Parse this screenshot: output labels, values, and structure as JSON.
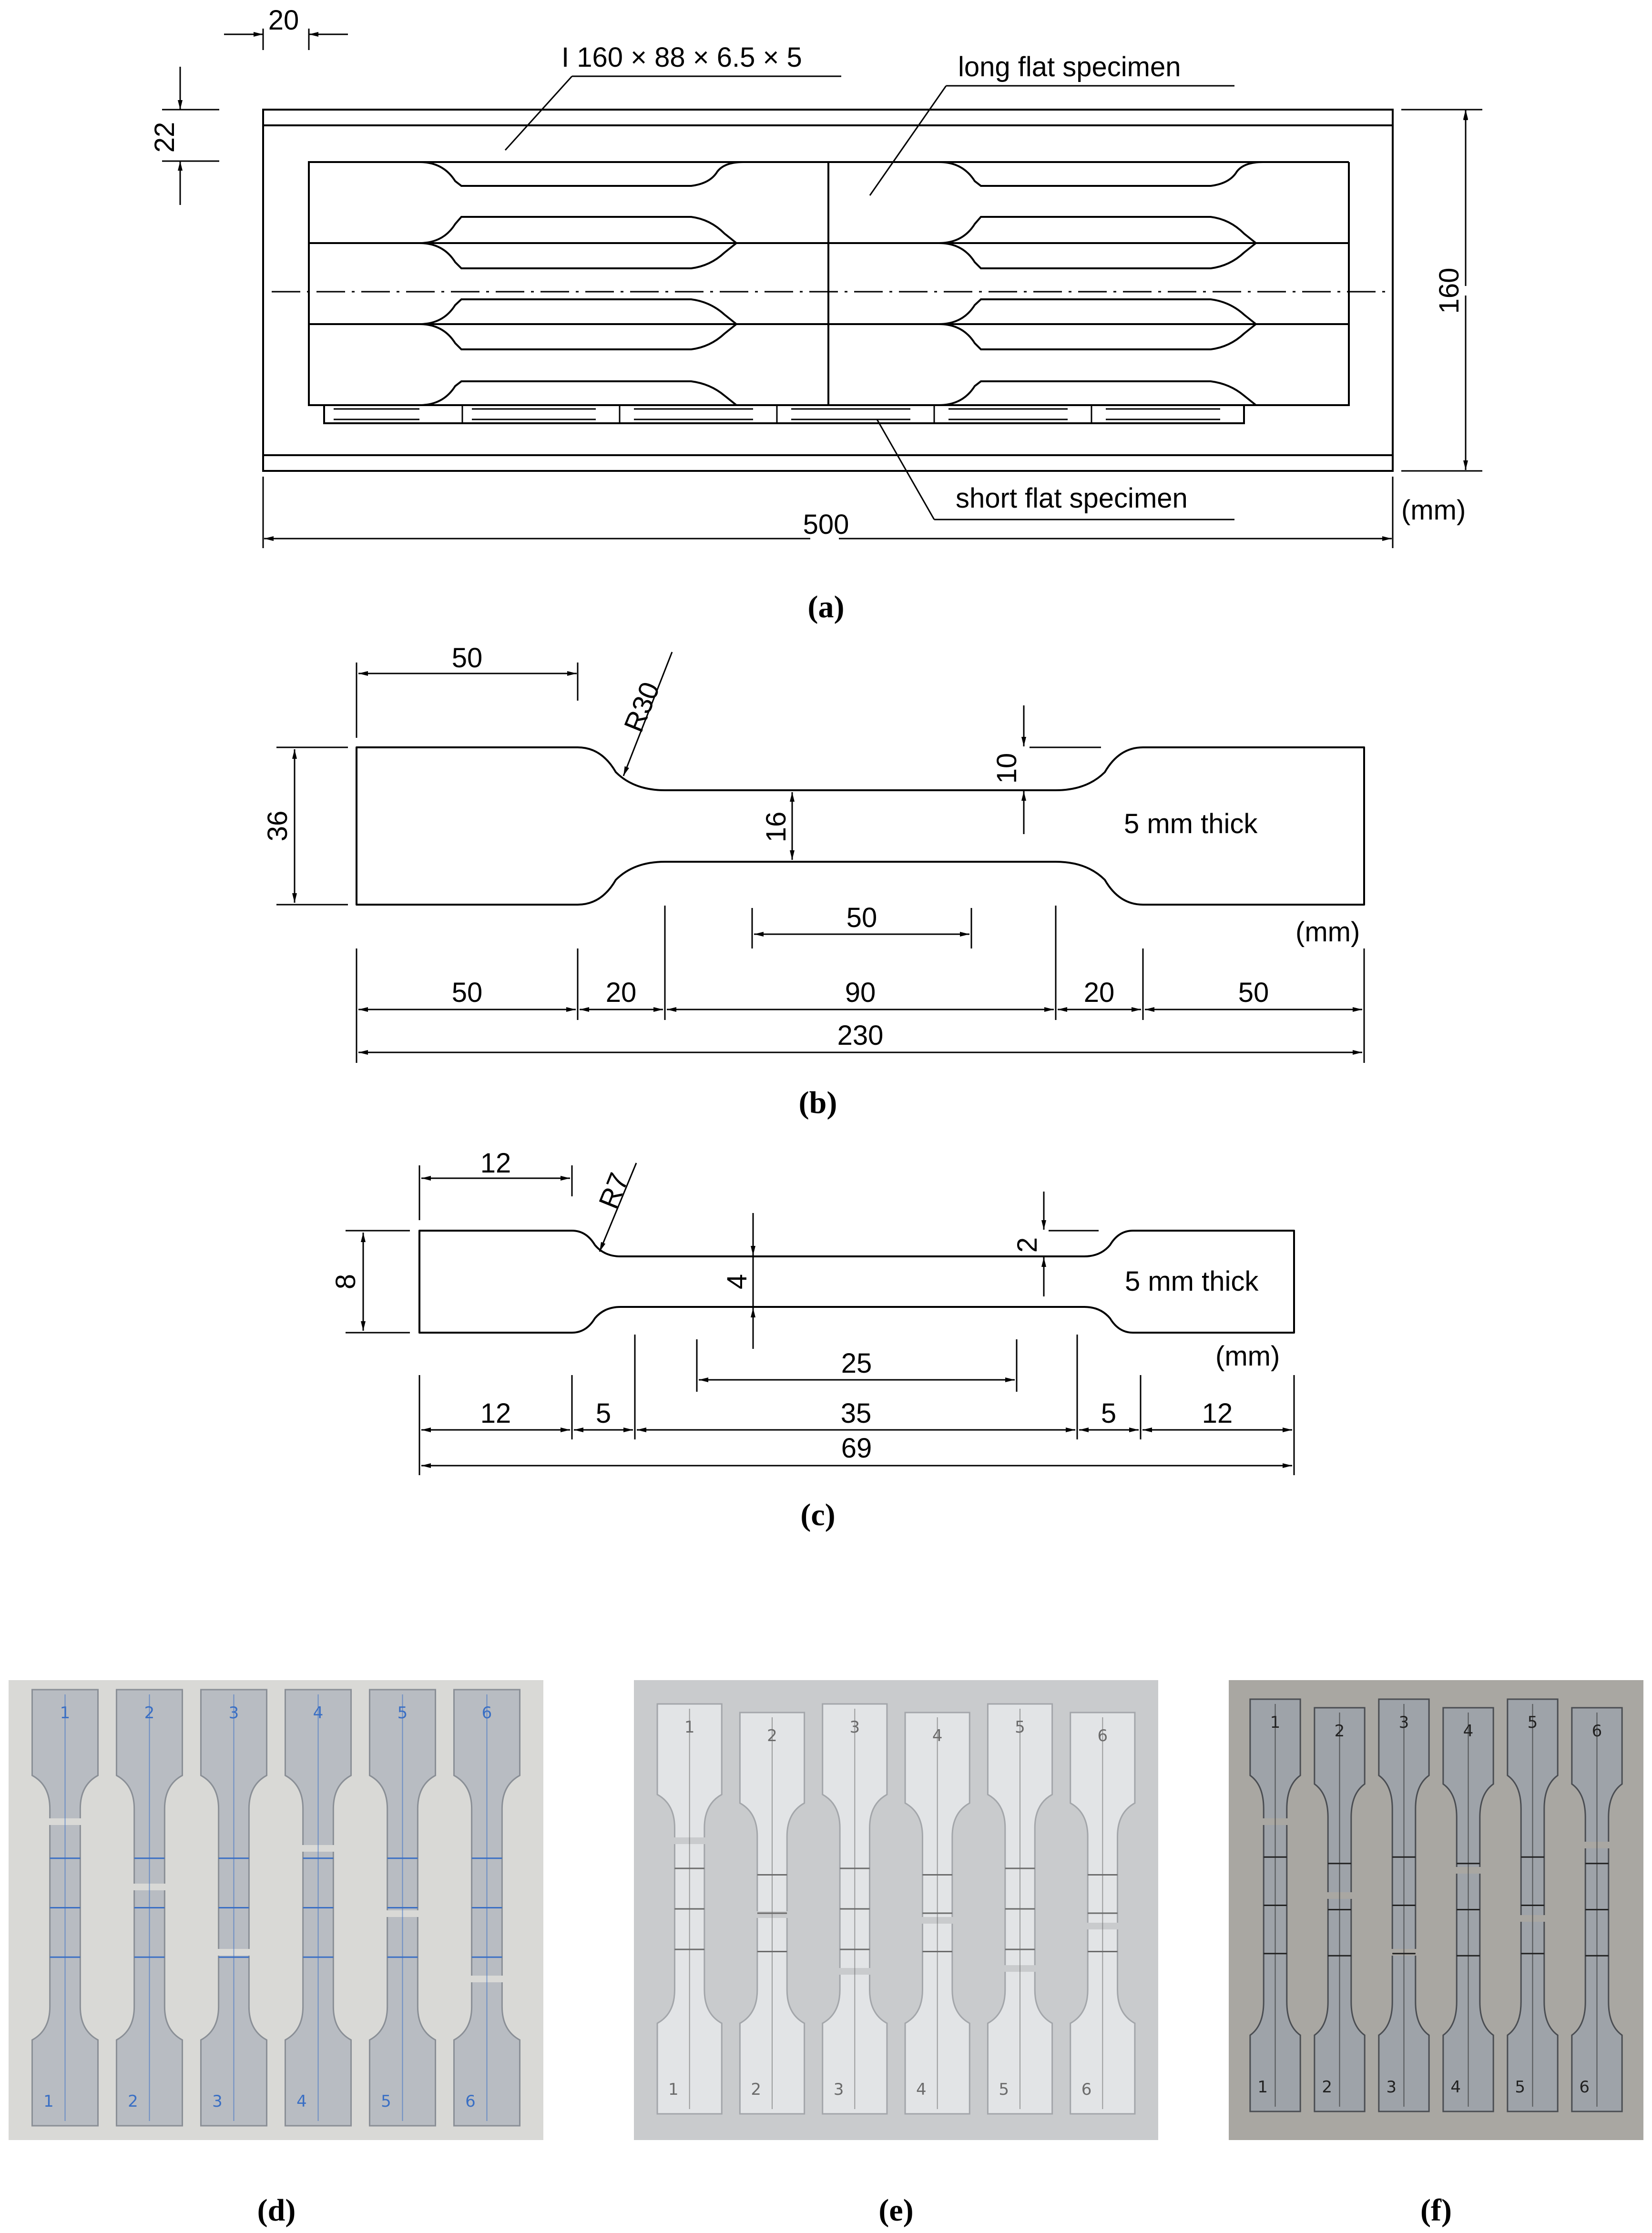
{
  "panel_a": {
    "profile_label": "I 160 × 88 × 6.5 × 5",
    "long_label": "long flat specimen",
    "short_label": "short flat specimen",
    "dim_top_width": "20",
    "dim_flange": "22",
    "dim_height": "160",
    "dim_length": "500",
    "unit": "(mm)",
    "caption": "(a)"
  },
  "panel_b": {
    "dim_top_grip": "50",
    "radius": "R30",
    "dim_width": "36",
    "dim_step": "10",
    "dim_neck": "16",
    "thickness": "5 mm thick",
    "dim_gauge": "50",
    "unit": "(mm)",
    "seg_grip_left": "50",
    "seg_trans_left": "20",
    "seg_mid": "90",
    "seg_trans_right": "20",
    "seg_grip_right": "50",
    "total": "230",
    "caption": "(b)"
  },
  "panel_c": {
    "dim_top_grip": "12",
    "radius": "R7",
    "dim_width": "8",
    "dim_step": "2",
    "dim_neck": "4",
    "thickness": "5 mm thick",
    "dim_gauge": "25",
    "unit": "(mm)",
    "seg_grip_left": "12",
    "seg_trans_left": "5",
    "seg_mid": "35",
    "seg_trans_right": "5",
    "seg_grip_right": "12",
    "total": "69",
    "caption": "(c)"
  },
  "photos": {
    "d": {
      "numbers": [
        "1",
        "2",
        "3",
        "4",
        "5",
        "6"
      ],
      "caption": "(d)",
      "ink": "#3a6fc4",
      "bg": "#d9d9d6"
    },
    "e": {
      "numbers": [
        "1",
        "2",
        "3",
        "4",
        "5",
        "6"
      ],
      "caption": "(e)",
      "ink": "#6b6b6b",
      "bg": "#c9cbcd"
    },
    "f": {
      "numbers": [
        "1",
        "2",
        "3",
        "4",
        "5",
        "6"
      ],
      "caption": "(f)",
      "ink": "#222222",
      "bg": "#a9a7a2"
    }
  }
}
